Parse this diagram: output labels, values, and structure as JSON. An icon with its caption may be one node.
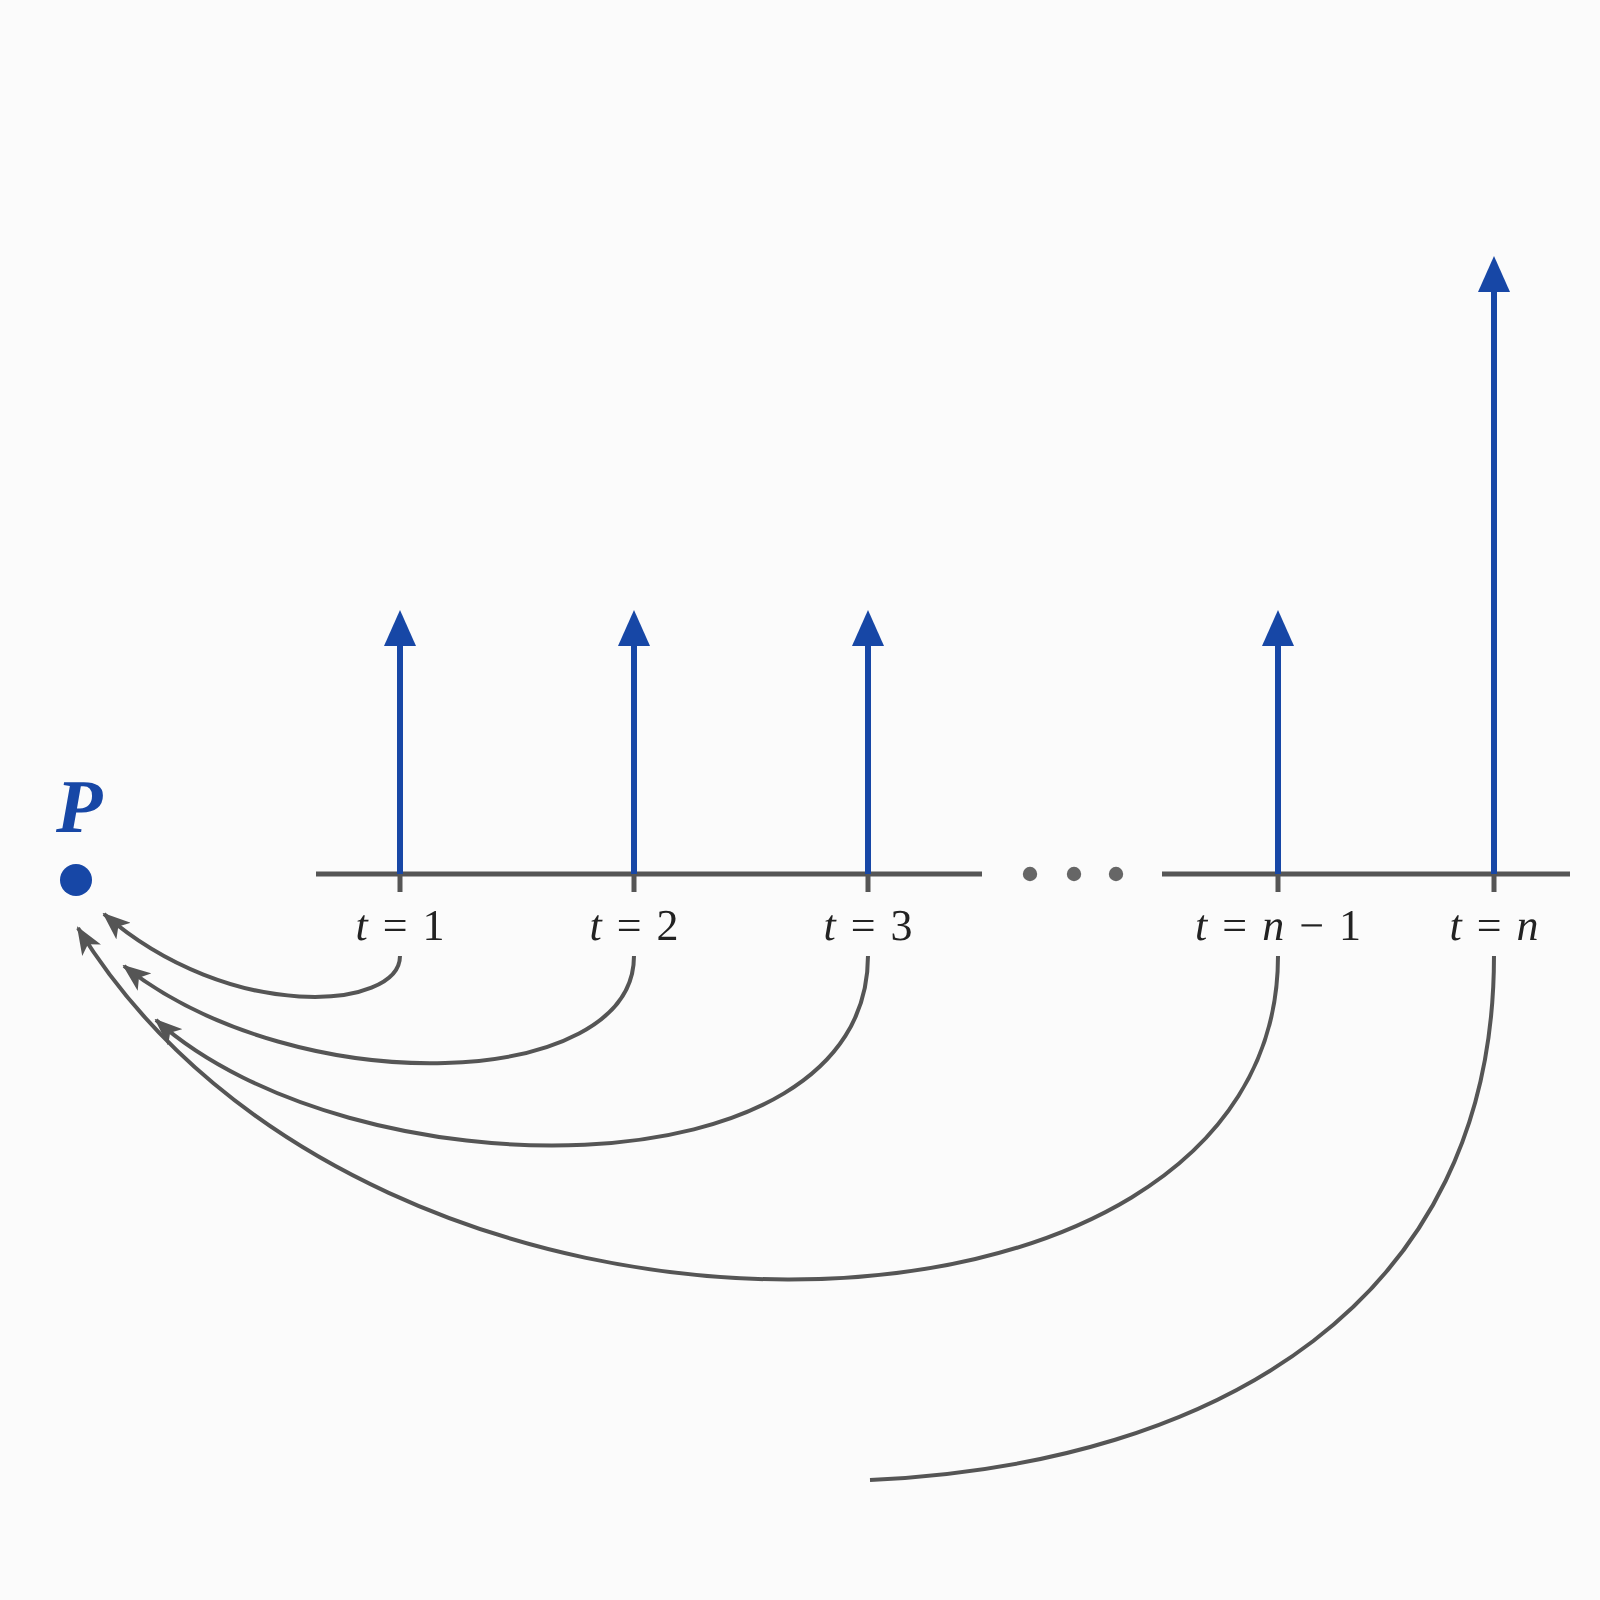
{
  "diagram": {
    "nodes": [
      {
        "text": [],
        "shape": "circle",
        "beside": [
          "P"
        ]
      },
      {
        "text": [
          "*t* = 1"
        ]
      },
      {
        "text": [
          "*t* = 2"
        ]
      },
      {
        "text": [
          "*t* = 3"
        ]
      },
      {
        "text": [
          "*t* = *n* − 1"
        ]
      },
      {
        "text": [
          "*t* = *n*"
        ]
      }
    ],
    "edges": [
      {
        "from": 1,
        "to": 0,
        "arrow": "to"
      },
      {
        "from": 2,
        "to": 0,
        "arrow": "to"
      },
      {
        "from": 3,
        "to": 0,
        "arrow": "to"
      },
      {
        "from": 4,
        "to": 0,
        "arrow": "to"
      },
      {
        "from": 5,
        "to": null,
        "arrow": "none"
      }
    ]
  }
}
